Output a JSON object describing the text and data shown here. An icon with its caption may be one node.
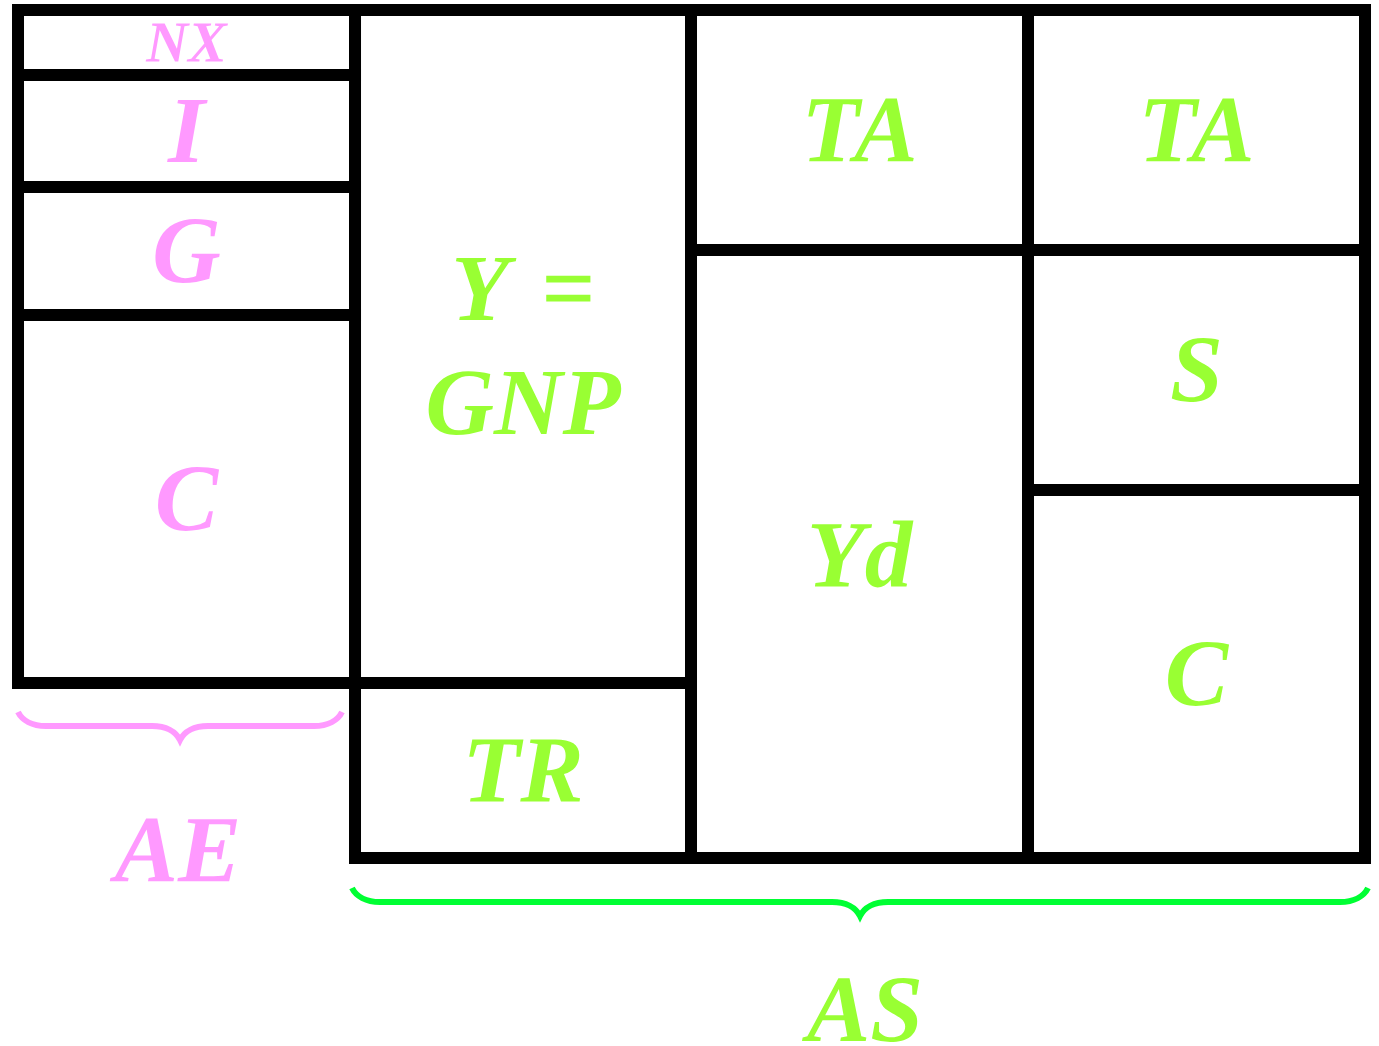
{
  "diagram": {
    "nodes": [
      {
        "text": [
          "NX"
        ]
      },
      {
        "text": [
          "I"
        ]
      },
      {
        "text": [
          "G"
        ]
      },
      {
        "text": [
          "C"
        ]
      },
      {
        "text": [
          "Y = GNP"
        ]
      },
      {
        "text": [
          "TR"
        ]
      },
      {
        "text": [
          "TA"
        ]
      },
      {
        "text": [
          "Yd"
        ]
      },
      {
        "text": [
          "TA"
        ]
      },
      {
        "text": [
          "S"
        ]
      },
      {
        "text": [
          "C"
        ]
      }
    ],
    "labels": [
      "AE",
      "AS"
    ]
  }
}
